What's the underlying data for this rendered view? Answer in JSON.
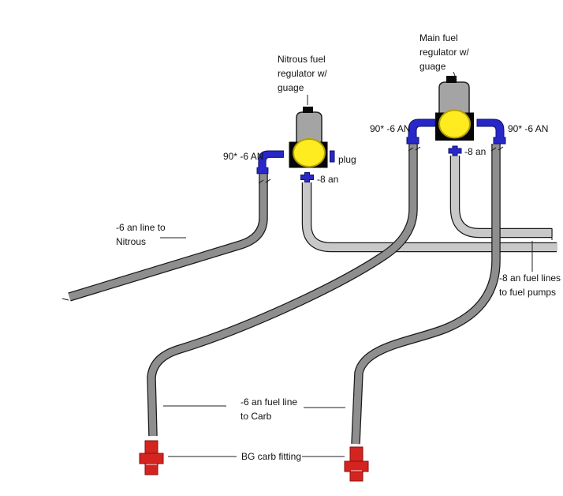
{
  "labels": {
    "nitrous_regulator": "Nitrous fuel\nregulator w/\nguage",
    "main_regulator": "Main fuel\nregulator w/\nguage",
    "elbow_nitrous": "90* -6 AN",
    "elbow_main_left": "90* -6 AN",
    "elbow_main_right": "90* -6 AN",
    "plug": "plug",
    "an8_nitrous": "-8 an",
    "an8_main": "-8 an",
    "nitrous_line": "-6 an line to\nNitrous",
    "pump_lines": "-8 an fuel lines\nto fuel pumps",
    "carb_line": "-6 an fuel line\nto Carb",
    "carb_fitting": "BG carb fitting"
  },
  "colors": {
    "fitting_blue": "#2828c8",
    "gauge_yellow": "#ffec20",
    "carb_red": "#d42420",
    "dark_tube_gray": "#8e8e8e",
    "light_tube_gray": "#c8c8c8",
    "regulator_body_gray": "#a4a4a4"
  }
}
